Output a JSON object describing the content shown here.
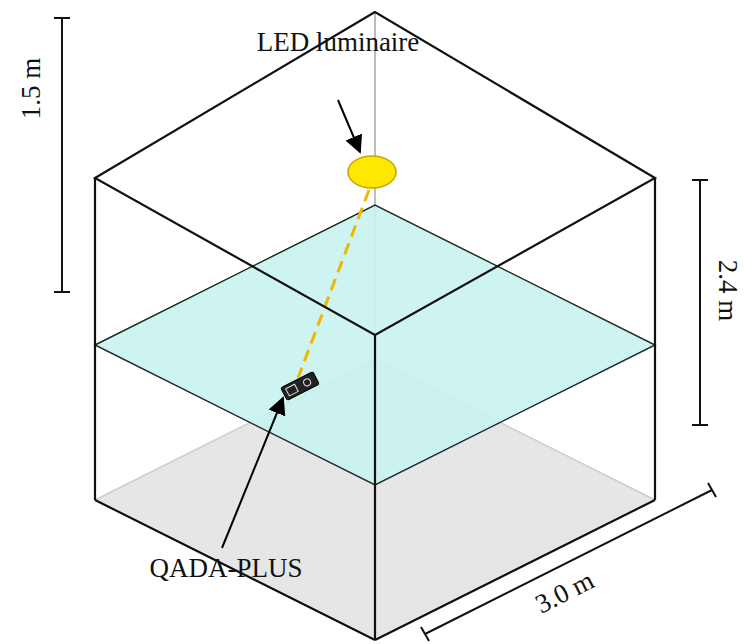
{
  "diagram": {
    "labels": [
      "LED luminaire",
      "QADA-PLUS",
      "1.5 m",
      "2.4 m",
      "3.0 m"
    ]
  }
}
